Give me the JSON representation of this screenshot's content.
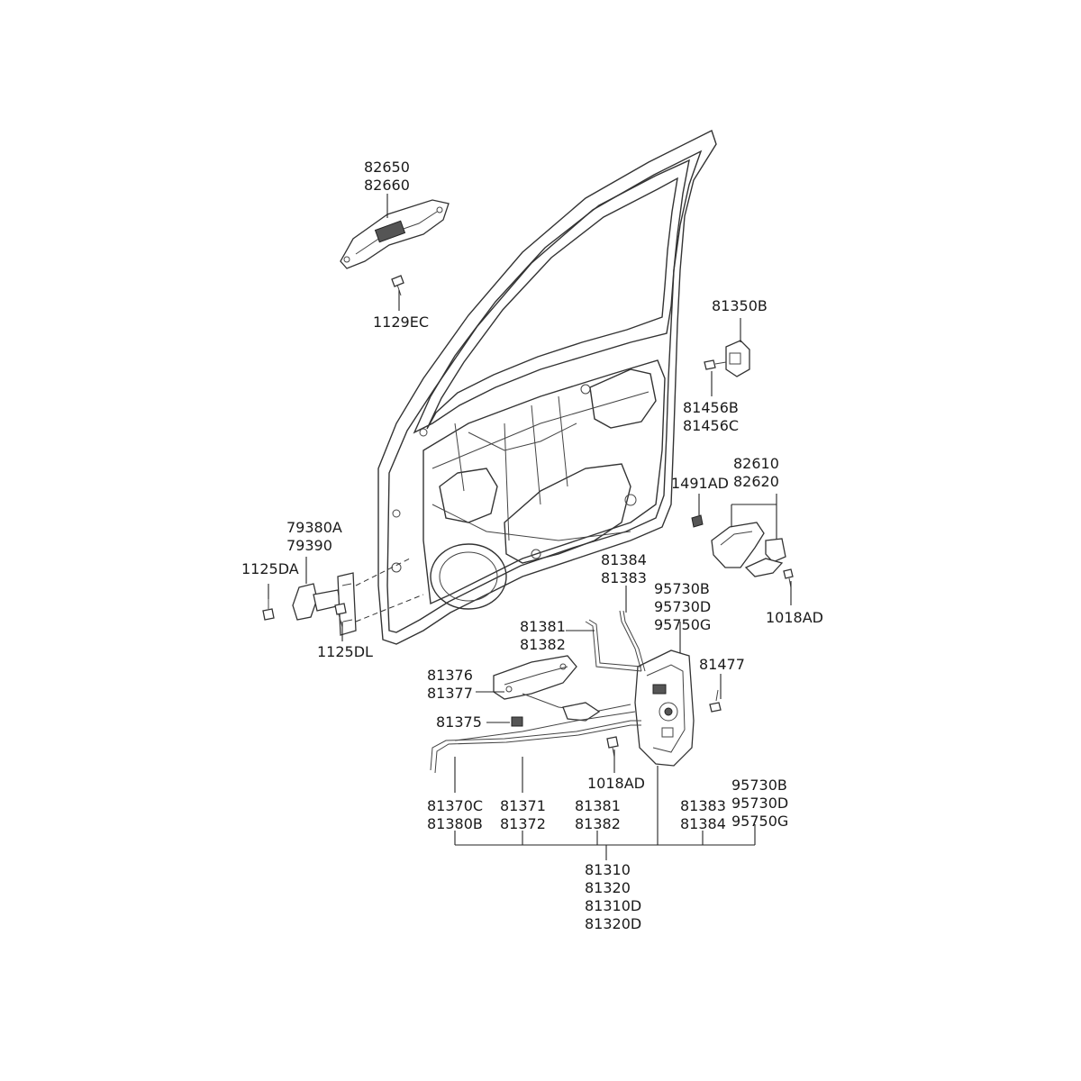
{
  "labels": {
    "handle_outer": [
      "82650",
      "82660"
    ],
    "screw_1129": [
      "1129EC"
    ],
    "striker": [
      "81350B"
    ],
    "striker_screw": [
      "81456B",
      "81456C"
    ],
    "handle_inner": [
      "82610",
      "82620"
    ],
    "clip_1491": [
      "1491AD"
    ],
    "screw_1018_right": [
      "1018AD"
    ],
    "hinge": [
      "79380A",
      "79390"
    ],
    "bolt_1125da": [
      "1125DA"
    ],
    "bolt_1125dl": [
      "1125DL"
    ],
    "rod_top": [
      "81384",
      "81383"
    ],
    "actuator_top": [
      "95730B",
      "95730D",
      "95750G"
    ],
    "rod_81381_top": [
      "81381",
      "81382"
    ],
    "bracket": [
      "81376",
      "81377"
    ],
    "screw_81477": [
      "81477"
    ],
    "clip_81375": [
      "81375"
    ],
    "screw_1018_lower": [
      "1018AD"
    ],
    "bottom_81370": [
      "81370C",
      "81380B"
    ],
    "bottom_81371": [
      "81371",
      "81372"
    ],
    "bottom_81381": [
      "81381",
      "81382"
    ],
    "bottom_81383": [
      "81383",
      "81384"
    ],
    "bottom_actuator": [
      "95730B",
      "95730D",
      "95750G"
    ],
    "assembly": [
      "81310",
      "81320",
      "81310D",
      "81320D"
    ]
  }
}
